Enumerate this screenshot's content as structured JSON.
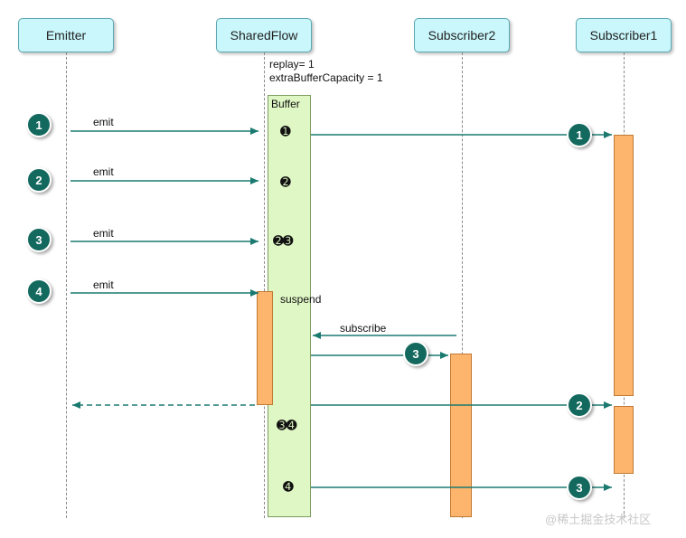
{
  "actors": {
    "emitter": "Emitter",
    "sharedflow": "SharedFlow",
    "subscriber2": "Subscriber2",
    "subscriber1": "Subscriber1"
  },
  "config": {
    "replay": "replay= 1",
    "extra_buffer": "extraBufferCapacity = 1"
  },
  "buffer_label": "Buffer",
  "emitter_steps": [
    "1",
    "2",
    "3",
    "4"
  ],
  "messages": {
    "emit_1": "emit",
    "emit_2": "emit",
    "emit_3": "emit",
    "emit_4": "emit",
    "suspend": "suspend",
    "subscribe": "subscribe"
  },
  "buffer_contents": {
    "row1": "➊",
    "row2": "➋",
    "row3": "➋➌",
    "row4": "➌➍",
    "row5": "➍"
  },
  "deliveries": {
    "sub1_first": "1",
    "sub2_first": "3",
    "sub1_second": "2",
    "sub1_third": "3"
  },
  "watermark": "@稀土掘金技术社区",
  "colors": {
    "actor_fill": "#c9f7fb",
    "arrow": "#1a7a70",
    "marker": "#14695e",
    "buffer": "#dff7c4",
    "activation": "#fdb46c"
  }
}
